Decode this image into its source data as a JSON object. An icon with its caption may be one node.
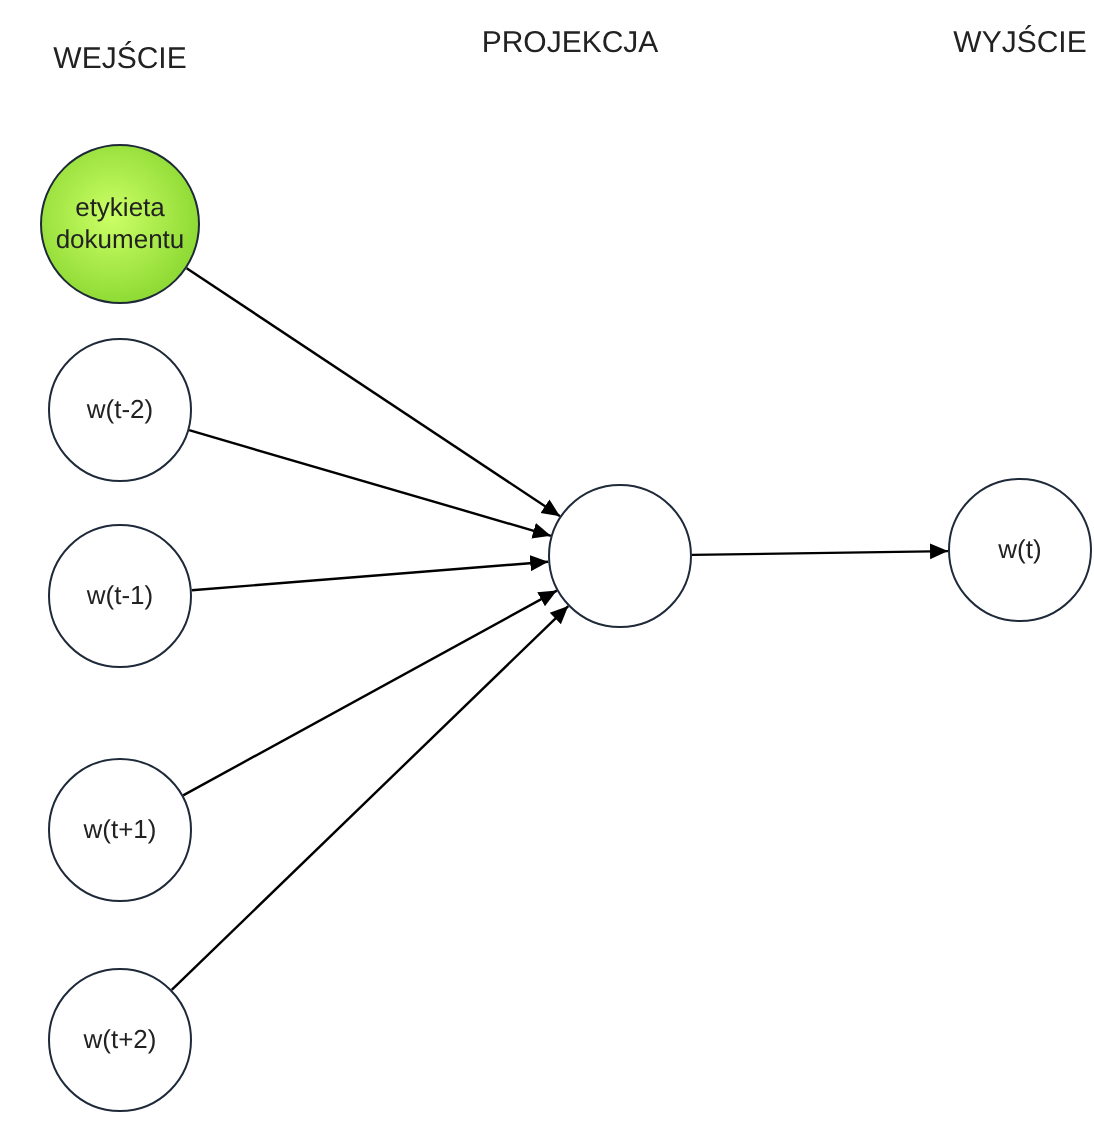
{
  "diagram": {
    "nodes": [
      {
        "text": [
          "etykieta dokumentu"
        ]
      },
      {
        "text": [
          "w(t-2)"
        ]
      },
      {
        "text": [
          "w(t-1)"
        ]
      },
      {
        "text": [
          "w(t+1)"
        ]
      },
      {
        "text": [
          "w(t+2)"
        ]
      },
      {
        "text": [],
        "shape": "circle"
      },
      {
        "text": [
          "w(t)"
        ]
      }
    ],
    "edges": [
      {
        "from": 0,
        "to": 5,
        "arrow": "to"
      },
      {
        "from": 1,
        "to": 5,
        "arrow": "to"
      },
      {
        "from": 2,
        "to": 5,
        "arrow": "to"
      },
      {
        "from": 3,
        "to": 5,
        "arrow": "to"
      },
      {
        "from": 4,
        "to": 5,
        "arrow": "to"
      },
      {
        "from": 5,
        "to": 6,
        "arrow": "to"
      }
    ],
    "labels": [
      "WEJŚCIE",
      "PROJEKCJA",
      "WYJŚCIE"
    ]
  }
}
